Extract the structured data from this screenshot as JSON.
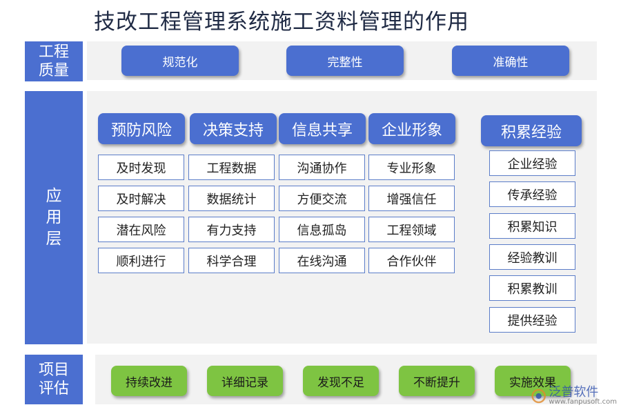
{
  "title": "技改工程管理系统施工资料管理的作用",
  "colors": {
    "accent_blue": "#4b6fd0",
    "accent_green": "#7ec442",
    "panel_gray": "#f2f2f2"
  },
  "sections": {
    "quality": {
      "label": "工程\n质量",
      "items": [
        "规范化",
        "完整性",
        "准确性"
      ]
    },
    "application": {
      "label": "应\n用\n层",
      "categories": [
        {
          "name": "预防风险",
          "items": [
            "及时发现",
            "及时解决",
            "潜在风险",
            "顺利进行"
          ]
        },
        {
          "name": "决策支持",
          "items": [
            "工程数据",
            "数据统计",
            "有力支持",
            "科学合理"
          ]
        },
        {
          "name": "信息共享",
          "items": [
            "沟通协作",
            "方便交流",
            "信息孤岛",
            "在线沟通"
          ]
        },
        {
          "name": "企业形象",
          "items": [
            "专业形象",
            "增强信任",
            "工程领域",
            "合作伙伴"
          ]
        }
      ],
      "experience": {
        "name": "积累经验",
        "items": [
          "企业经验",
          "传承经验",
          "积累知识",
          "经验教训",
          "积累教训",
          "提供经验"
        ]
      }
    },
    "evaluation": {
      "label": "项目\n评估",
      "items": [
        "持续改进",
        "详细记录",
        "发现不足",
        "不断提升",
        "实施效果"
      ]
    }
  },
  "watermark": {
    "name": "泛普软件",
    "url": "www.fanpusoft.com",
    "icon": "fanpu-logo-icon"
  }
}
